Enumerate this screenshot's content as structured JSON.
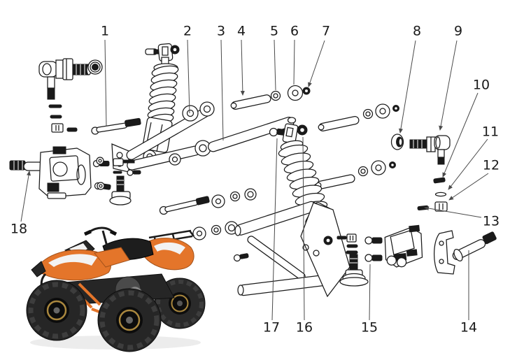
{
  "diagram": {
    "type": "exploded-parts-diagram",
    "subject": "ATV front suspension assembly",
    "colors": {
      "line": "#1a1a1a",
      "leader": "#4a4a4a",
      "background": "#ffffff"
    },
    "callouts": [
      {
        "number": "1",
        "part": "pivot-bolt"
      },
      {
        "number": "2",
        "part": "upper-a-arm-front-tube"
      },
      {
        "number": "3",
        "part": "upper-a-arm-rear-tube"
      },
      {
        "number": "4",
        "part": "spacer-sleeve"
      },
      {
        "number": "5",
        "part": "bushing"
      },
      {
        "number": "6",
        "part": "washer"
      },
      {
        "number": "7",
        "part": "lock-nut"
      },
      {
        "number": "8",
        "part": "flanged-spacer"
      },
      {
        "number": "9",
        "part": "tie-rod-end"
      },
      {
        "number": "10",
        "part": "threaded-stud"
      },
      {
        "number": "11",
        "part": "small-washer"
      },
      {
        "number": "12",
        "part": "retaining-clip"
      },
      {
        "number": "13",
        "part": "set-screw"
      },
      {
        "number": "14",
        "part": "steering-knuckle"
      },
      {
        "number": "15",
        "part": "brake-caliper"
      },
      {
        "number": "16",
        "part": "shock-mount-nut"
      },
      {
        "number": "17",
        "part": "shock-mount-bolt"
      },
      {
        "number": "18",
        "part": "hub-brake-assembly"
      }
    ]
  },
  "photo": {
    "subject": "orange sport ATV quad bike",
    "colors": {
      "body_orange": "#e4752a",
      "accent_white": "#f3f3f3",
      "frame_black": "#262626",
      "rim_gold": "#a9873e"
    }
  }
}
